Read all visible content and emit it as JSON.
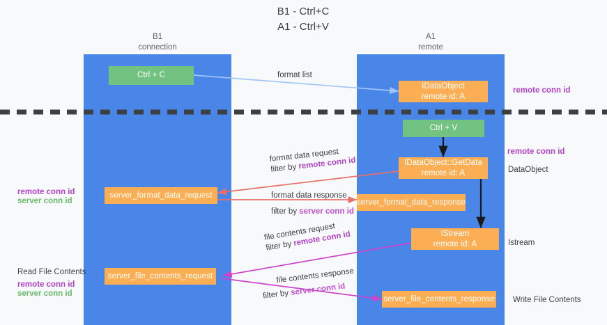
{
  "title": {
    "line1": "B1 - Ctrl+C",
    "line2": "A1 - Ctrl+V"
  },
  "lanes": [
    {
      "name": "B1",
      "role": "connection",
      "color": "#4a86e8"
    },
    {
      "name": "A1",
      "role": "remote",
      "color": "#4a86e8"
    }
  ],
  "colors": {
    "lane": "#4a86e8",
    "green_box": "#72c282",
    "orange_box": "#fcae55",
    "divider": "#3c4043",
    "arrow_format_list": "#9fc5f8",
    "arrow_ctrlv": "#1a1a1a",
    "arrow_format_data": "#e8706a",
    "arrow_file_contents": "#cc44cc",
    "kw_remote": "#b144c8",
    "kw_server_green": "#67bb6a",
    "kw_server_magenta": "#c24fd0",
    "page_bg": "#f8f9fa",
    "text": "#3c4043"
  },
  "nodes": {
    "ctrl_c": {
      "label": "Ctrl + C",
      "style": "green"
    },
    "idataobject_top": {
      "line1": "IDataObject",
      "line2": "remote id: A",
      "style": "orange"
    },
    "ctrl_v": {
      "label": "Ctrl + V",
      "style": "green"
    },
    "getdata": {
      "line1": "IDataObject::GetData",
      "line2": "remote id: A",
      "style": "orange"
    },
    "server_format_data_request": {
      "label": "server_format_data_request",
      "style": "orange"
    },
    "server_format_data_response": {
      "label": "server_format_data_response",
      "style": "orange"
    },
    "istream": {
      "line1": "IStream",
      "line2": "remote id: A",
      "style": "orange"
    },
    "server_file_contents_request": {
      "label": "server_file_contents_request",
      "style": "orange"
    },
    "server_file_contents_response": {
      "label": "server_file_contents_response",
      "style": "orange"
    }
  },
  "edges": {
    "format_list": {
      "caption": "format list"
    },
    "format_data_request": {
      "caption": "format data request",
      "filter_prefix": "filter by ",
      "filter_key": "remote conn id"
    },
    "format_data_response": {
      "caption": "format data response",
      "filter_prefix": "filter by ",
      "filter_key": "server conn id"
    },
    "file_contents_request": {
      "caption": "file contents request",
      "filter_prefix": "filter by ",
      "filter_key": "remote conn id"
    },
    "file_contents_response": {
      "caption": "file contents response",
      "filter_prefix": "filter by ",
      "filter_key": "server conn id"
    }
  },
  "side_labels": {
    "right_remote_conn_id_top": "remote conn id",
    "right_remote_conn_id_mid": "remote conn id",
    "right_dataobject": "DataObject",
    "right_istream": "Istream",
    "right_write_file_contents": "Write File Contents",
    "left_remote_conn_id": "remote conn id",
    "left_server_conn_id": "server conn id",
    "left_read_file_contents": "Read File Contents",
    "left_remote_conn_id_2": "remote conn id",
    "left_server_conn_id_2": "server conn id"
  }
}
